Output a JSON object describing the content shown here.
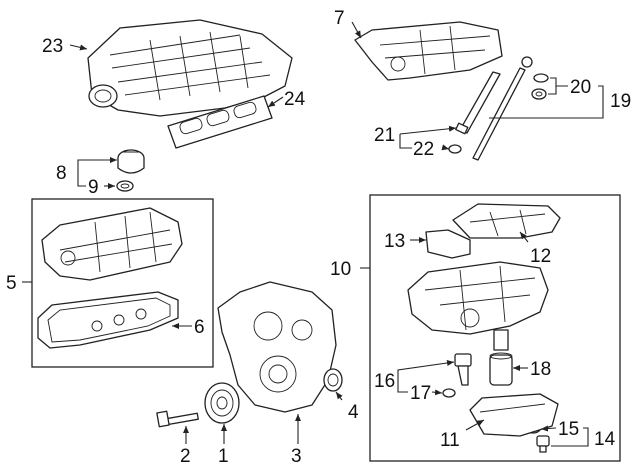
{
  "labels": {
    "l1": "1",
    "l2": "2",
    "l3": "3",
    "l4": "4",
    "l5": "5",
    "l6": "6",
    "l7": "7",
    "l8": "8",
    "l9": "9",
    "l10": "10",
    "l11": "11",
    "l12": "12",
    "l13": "13",
    "l14": "14",
    "l15": "15",
    "l16": "16",
    "l17": "17",
    "l18": "18",
    "l19": "19",
    "l20": "20",
    "l21": "21",
    "l22": "22",
    "l23": "23",
    "l24": "24"
  },
  "colors": {
    "line": "#222222",
    "text": "#111111",
    "background": "#ffffff"
  }
}
